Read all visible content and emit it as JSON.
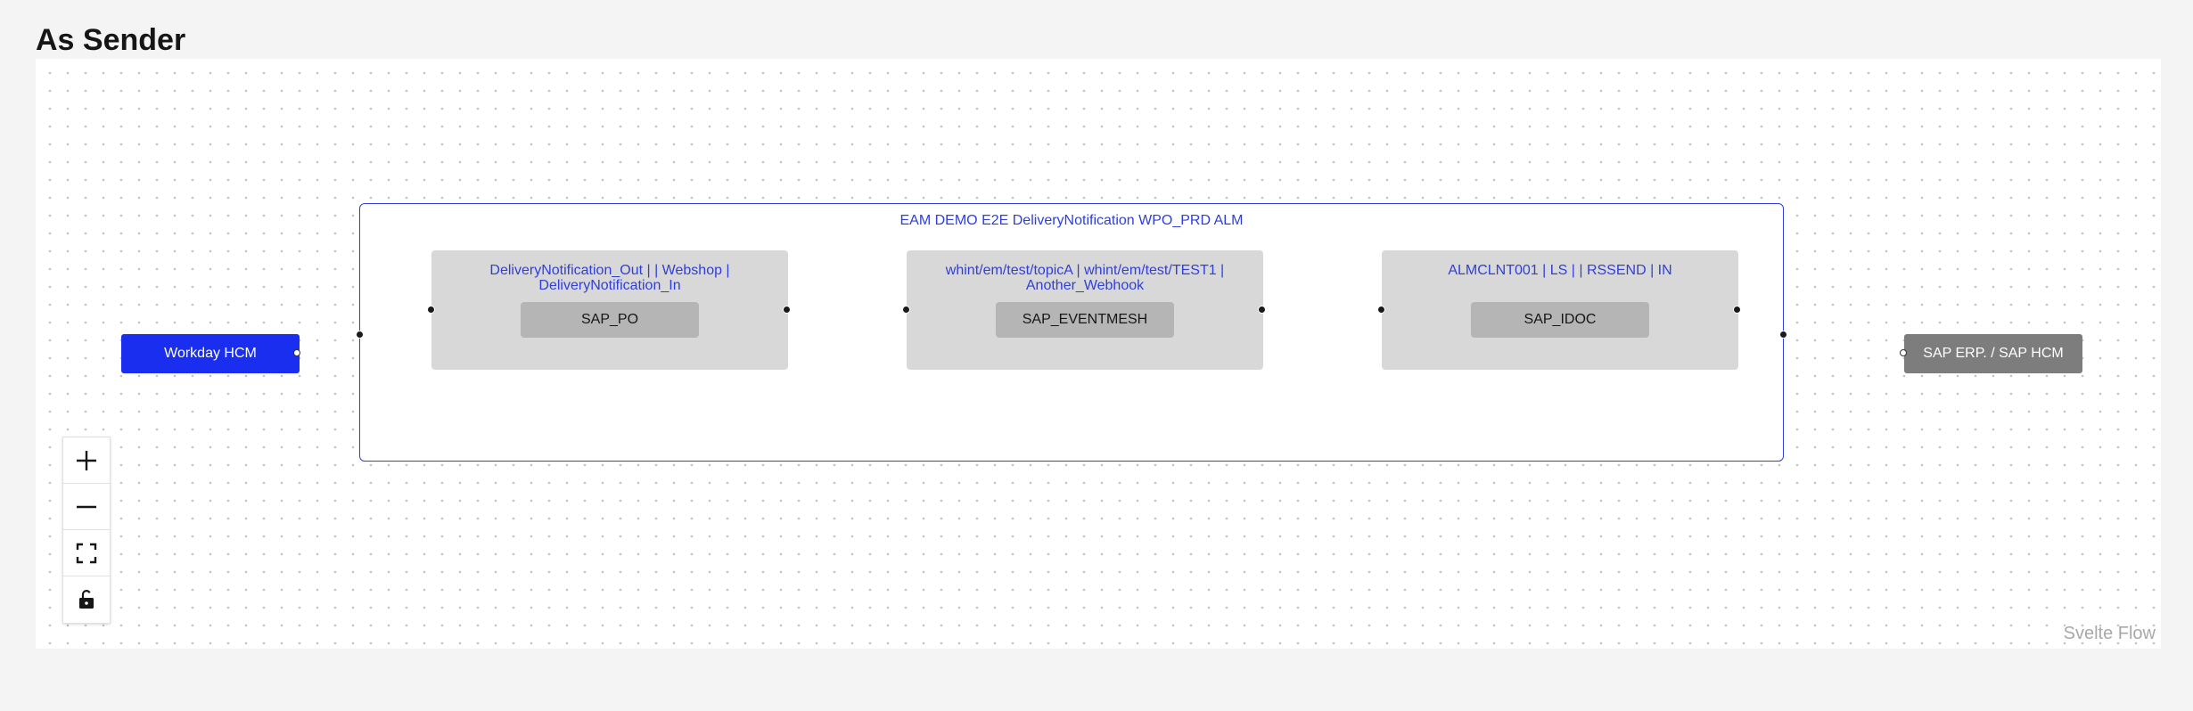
{
  "page": {
    "title": "As Sender"
  },
  "nodes": {
    "sender": {
      "label": "Workday HCM",
      "color": "#1a2ef0"
    },
    "receiver": {
      "label": "SAP ERP. / SAP HCM",
      "color": "#7d7d7d"
    }
  },
  "group": {
    "label": "EAM DEMO E2E DeliveryNotification WPO_PRD ALM",
    "border_color": "#2f3fd8",
    "steps": [
      {
        "line1": "DeliveryNotification_Out | | Webshop |",
        "line2": "DeliveryNotification_In",
        "adapter": "SAP_PO"
      },
      {
        "line1": "whint/em/test/topicA | whint/em/test/TEST1 |",
        "line2": "Another_Webhook",
        "adapter": "SAP_EVENTMESH"
      },
      {
        "line1": "ALMCLNT001 | LS | | RSSEND | IN",
        "line2": "",
        "adapter": "SAP_IDOC"
      }
    ]
  },
  "controls": [
    {
      "name": "zoom-in",
      "icon": "plus-icon"
    },
    {
      "name": "zoom-out",
      "icon": "minus-icon"
    },
    {
      "name": "fit-view",
      "icon": "fit-view-icon"
    },
    {
      "name": "toggle-lock",
      "icon": "unlock-icon"
    }
  ],
  "attribution": "Svelte Flow"
}
